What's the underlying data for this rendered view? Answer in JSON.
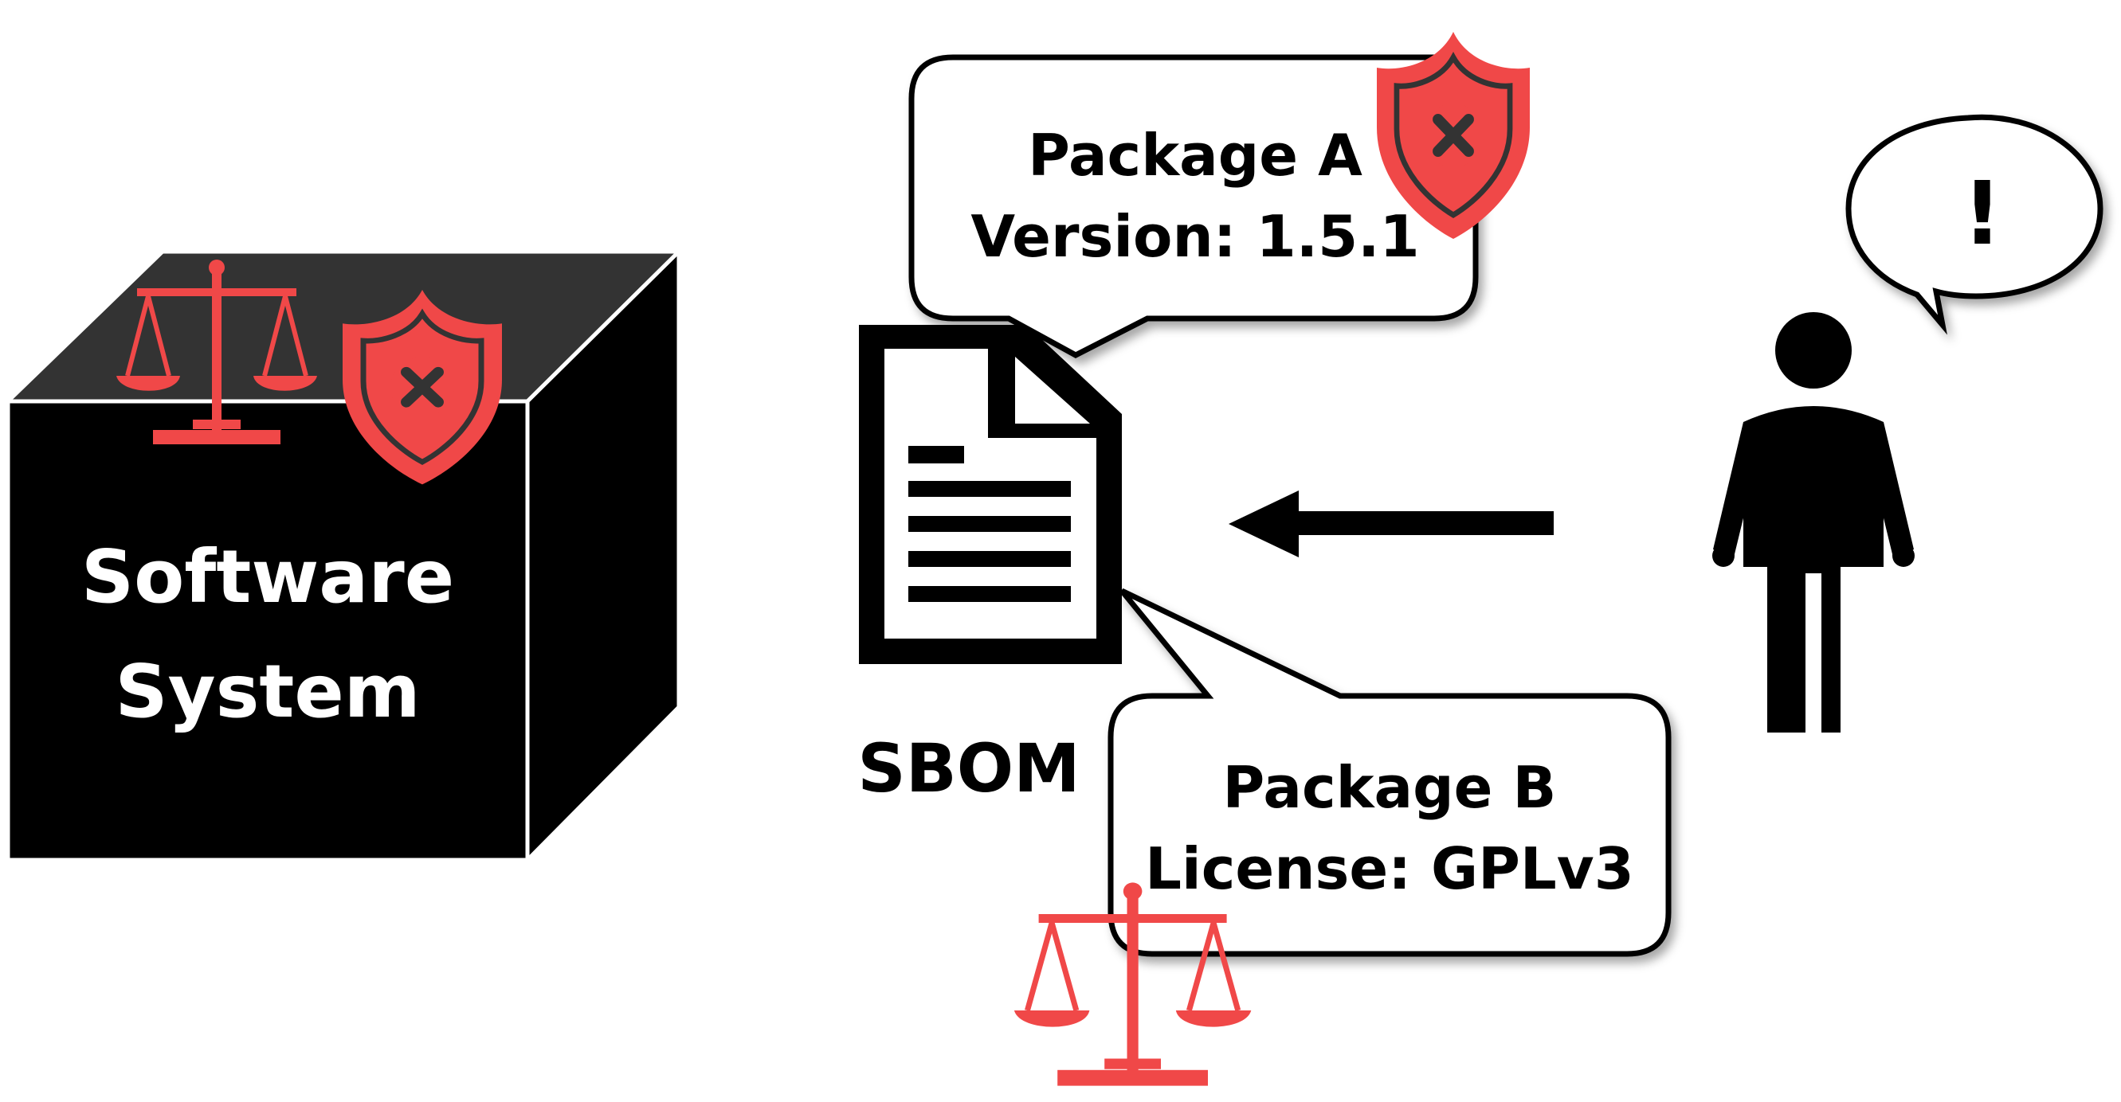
{
  "colors": {
    "accent_red": "#F04848",
    "box_front": "#000000",
    "box_top": "#333333",
    "ink": "#000000",
    "background": "#FFFFFF"
  },
  "software_box": {
    "label_line1": "Software",
    "label_line2": "System",
    "icons": [
      "scales-icon",
      "shield-x-icon"
    ]
  },
  "sbom": {
    "label": "SBOM",
    "icon": "document-icon"
  },
  "callout_a": {
    "line1": "Package A",
    "line2": "Version: 1.5.1",
    "icon": "shield-x-icon"
  },
  "callout_b": {
    "line1": "Package B",
    "line2": "License: GPLv3",
    "icon": "scales-icon"
  },
  "person": {
    "speech": "!",
    "icon": "person-icon"
  },
  "arrow": {
    "icon": "arrow-left-icon"
  }
}
